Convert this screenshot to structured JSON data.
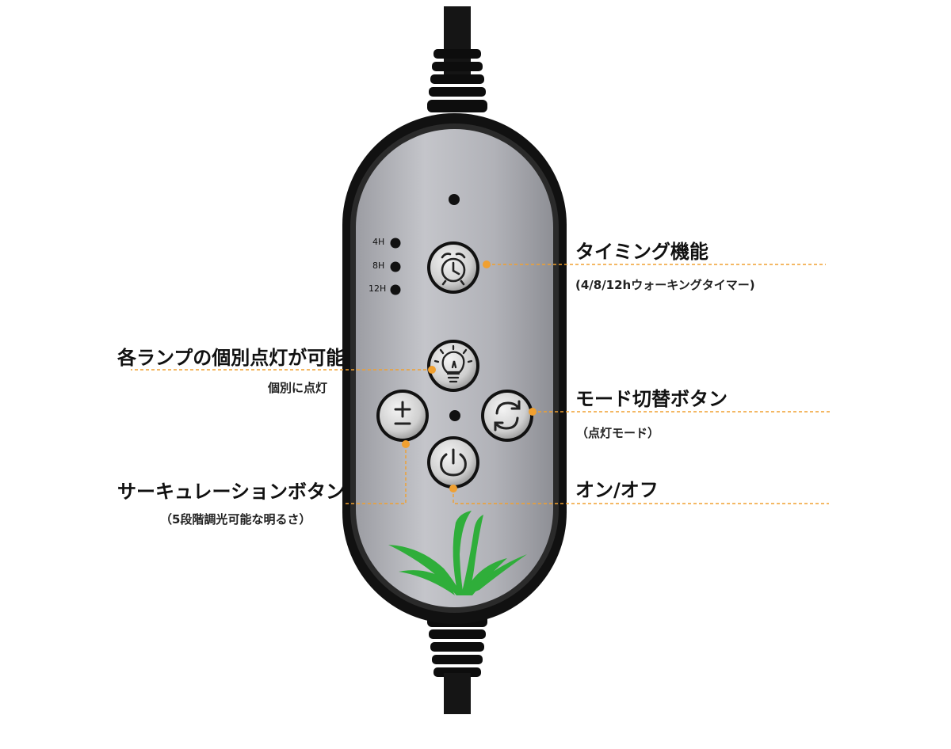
{
  "controller": {
    "timer_indicators": [
      "4H",
      "8H",
      "12H"
    ],
    "buttons": {
      "timer": "alarm-clock-icon",
      "individual": "light-bulb-icon",
      "brightness": "plus-minus-icon",
      "mode": "cycle-icon",
      "power": "power-icon"
    }
  },
  "callouts": {
    "timing": {
      "title": "タイミング機能",
      "sub": "(4/8/12hウォーキングタイマー)"
    },
    "individual": {
      "title": "各ランプの個別点灯が可能",
      "sub": "個別に点灯"
    },
    "mode": {
      "title": "モード切替ボタン",
      "sub": "（点灯モード）"
    },
    "circulation": {
      "title": "サーキュレーションボタン",
      "sub": "（5段階調光可能な明るさ）"
    },
    "power": {
      "title": "オン/オフ"
    }
  },
  "colors": {
    "accent": "#f0a030",
    "body": "#111111",
    "panel": "#a9aab0",
    "plant": "#2fae3a"
  }
}
